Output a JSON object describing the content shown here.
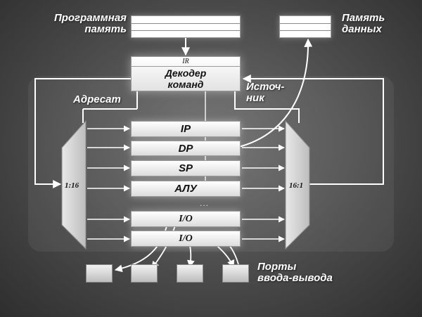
{
  "labels": {
    "program_memory": "Программная\nпамять",
    "data_memory": "Память\nданных",
    "destination": "Адресат",
    "source": "Источ-\nник",
    "io_ports": "Порты\nввода-вывода"
  },
  "decoder": {
    "ir": "IR",
    "title": "Декодер\nкоманд"
  },
  "registers": [
    {
      "label": "IP"
    },
    {
      "label": "DP"
    },
    {
      "label": "SP"
    },
    {
      "label": "АЛУ"
    },
    {
      "label": "I/O"
    },
    {
      "label": "I/O"
    }
  ],
  "ellipsis": "...",
  "mux": {
    "left": "1:16",
    "right": "16:1"
  },
  "colors": {
    "background": "#4a4a4a",
    "box_fill": "#ffffff",
    "line": "#ffffff"
  }
}
